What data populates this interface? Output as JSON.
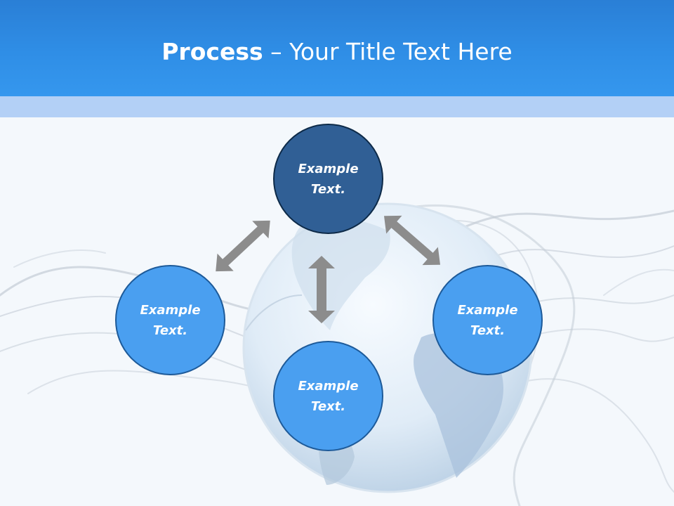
{
  "slide": {
    "title_bold": "Process",
    "title_rest": " – Your Title Text Here"
  },
  "diagram": {
    "nodes": [
      {
        "id": "top",
        "label": "Example Text."
      },
      {
        "id": "left",
        "label": "Example Text."
      },
      {
        "id": "right",
        "label": "Example Text."
      },
      {
        "id": "bottom",
        "label": "Example Text."
      }
    ]
  },
  "colors": {
    "header": "#2f8ee6",
    "band": "#b3d0f6",
    "node_dark": "#305f95",
    "node_light": "#4a9ff0",
    "arrow": "#8c8c8c"
  }
}
